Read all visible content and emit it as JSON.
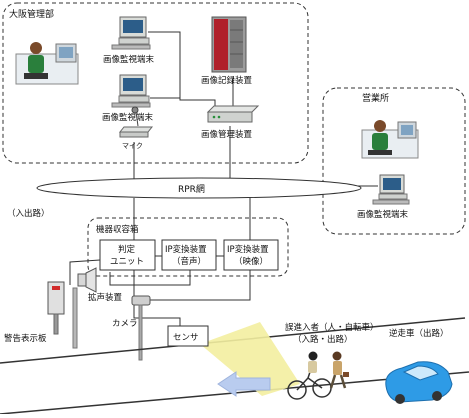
{
  "zones": {
    "osaka_hq": "大阪管理部",
    "sales_office": "営業所",
    "equipment_box": "機器収容箱",
    "entry_exit": "（入出路）"
  },
  "network": {
    "rpr_ring": "RPR網"
  },
  "devices": {
    "monitor_terminal_1": "画像監視端末",
    "monitor_terminal_2": "画像監視端末",
    "monitor_terminal_office": "画像監視端末",
    "image_recorder": "画像記録装置",
    "image_manager": "画像管理装置",
    "microphone": "マイク",
    "judgment_unit_line1": "判定",
    "judgment_unit_line2": "ユニット",
    "ip_converter_audio_line1": "IP変換装置",
    "ip_converter_audio_line2": "（音声）",
    "ip_converter_video_line1": "IP変換装置",
    "ip_converter_video_line2": "（映像）",
    "loudspeaker": "拡声装置",
    "camera": "カメラ",
    "sensor": "センサ",
    "warning_sign": "警告表示板"
  },
  "scene": {
    "wrong_entry_line1": "誤進入者（人・自転車）",
    "wrong_entry_line2": "（入路・出路）",
    "wrong_way_car": "逆走車（出路）"
  },
  "colors": {
    "line": "#333333",
    "server_red": "#b0202a",
    "detect_zone": "#f3eea0",
    "arrow_blue": "#b9ccef",
    "car_blue": "#2e9be6"
  }
}
